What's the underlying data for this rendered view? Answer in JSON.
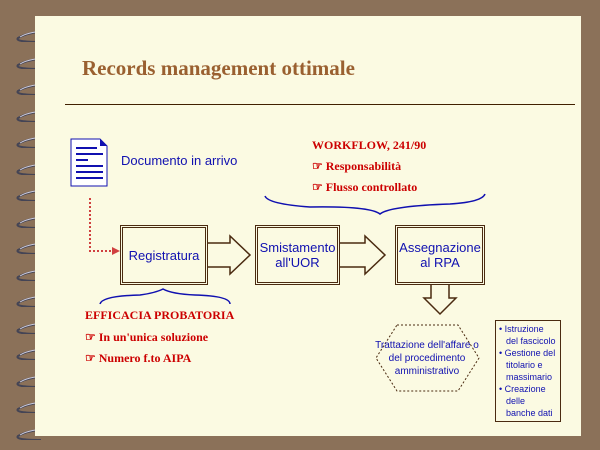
{
  "title": "Records management ottimale",
  "document": {
    "label": "Documento in arrivo",
    "icon": "document-icon"
  },
  "workflow": {
    "heading": "WORKFLOW, 241/90",
    "items": [
      "Responsabilità",
      "Flusso controllato"
    ]
  },
  "steps": [
    "Registratura",
    "Smistamento all'UOR",
    "Assegnazione al RPA"
  ],
  "efficacia": {
    "heading": "EFFICACIA PROBATORIA",
    "items": [
      "In un'unica soluzione",
      "Numero f.to AIPA"
    ]
  },
  "trattazione": "Trattazione dell'affare o del procedimento amministrativo",
  "side_list": [
    "Istruzione del fascicolo",
    "Gestione del titolario e massimario",
    "Creazione delle banche dati"
  ],
  "colors": {
    "background": "#8b7159",
    "paper": "#fbfae2",
    "title": "#9a6030",
    "accent": "#cc0000",
    "text": "#1010b0"
  }
}
